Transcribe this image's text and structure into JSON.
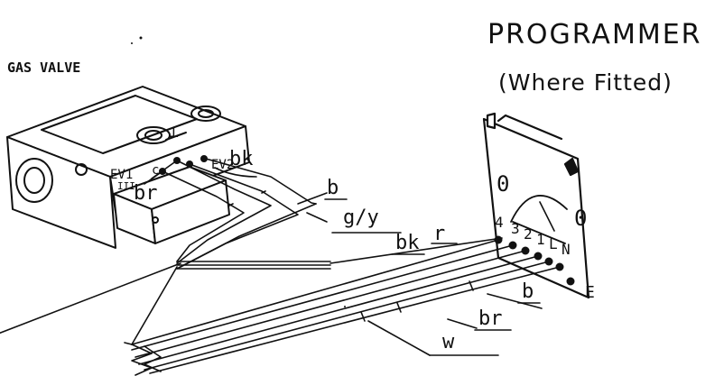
{
  "title": "PROGRAMMER",
  "subtitle": "(Where Fitted)",
  "gas_valve": {
    "label": "GAS VALVE",
    "earth_symbol": "⊥",
    "terminals": [
      "EV1",
      "c",
      "EV2"
    ],
    "wire_labels": {
      "black": "bk",
      "brown": "br",
      "numeral": "III"
    }
  },
  "programmer": {
    "dial_mark_left": "0",
    "dial_mark_right": "0",
    "terminals": [
      "4",
      "3",
      "2",
      "1",
      "L",
      "N"
    ],
    "earth_terminal": "E"
  },
  "wire_labels": [
    "b",
    "g/y",
    "bk",
    "r",
    "b",
    "br",
    "w"
  ]
}
